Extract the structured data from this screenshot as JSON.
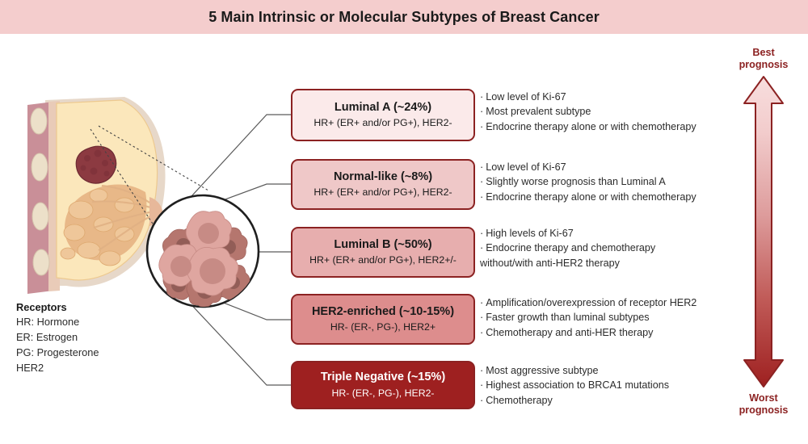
{
  "header": {
    "title": "5 Main Intrinsic or Molecular Subtypes of Breast Cancer",
    "band_color": "#f4cdcd"
  },
  "subtypes": [
    {
      "name": "Luminal A (~24%)",
      "receptors": "HR+ (ER+ and/or PG+), HER2-",
      "fill_color": "#fbeaea",
      "text_color": "#1a1a1a",
      "bullets": [
        "Low level of Ki-67",
        "Most prevalent subtype",
        "Endocrine therapy alone or with chemotherapy"
      ]
    },
    {
      "name": "Normal-like (~8%)",
      "receptors": "HR+ (ER+ and/or PG+), HER2-",
      "fill_color": "#efc8c8",
      "text_color": "#1a1a1a",
      "bullets": [
        "Low level of Ki-67",
        "Slightly worse prognosis than Luminal A",
        "Endocrine therapy alone or with chemotherapy"
      ]
    },
    {
      "name": "Luminal B (~50%)",
      "receptors": "HR+ (ER+ and/or PG+), HER2+/-",
      "fill_color": "#e7aeae",
      "text_color": "#1a1a1a",
      "bullets": [
        "High levels of Ki-67",
        "Endocrine therapy and chemotherapy",
        "without/with anti-HER2 therapy"
      ]
    },
    {
      "name": "HER2-enriched (~10-15%)",
      "receptors": "HR- (ER-, PG-), HER2+",
      "fill_color": "#dd8d8d",
      "text_color": "#1a1a1a",
      "bullets": [
        "Amplification/overexpression of receptor HER2",
        "Faster growth than luminal subtypes",
        "Chemotherapy and anti-HER therapy"
      ]
    },
    {
      "name": "Triple Negative (~15%)",
      "receptors": "HR- (ER-, PG-), HER2-",
      "fill_color": "#9e2020",
      "text_color": "#ffffff",
      "bullets": [
        "Most aggressive subtype",
        "Highest association to BRCA1 mutations",
        "Chemotherapy"
      ]
    }
  ],
  "legend": {
    "title": "Receptors",
    "items": [
      "HR: Hormone",
      "ER: Estrogen",
      "PG: Progesterone",
      "HER2"
    ]
  },
  "prognosis": {
    "top_label_line1": "Best",
    "top_label_line2": "prognosis",
    "bottom_label_line1": "Worst",
    "bottom_label_line2": "prognosis",
    "label_color": "#8c2222",
    "gradient_top": "#f6d7d7",
    "gradient_bottom": "#9e2020"
  },
  "illustration": {
    "anatomy_name": "breast-cross-section",
    "tumor_color": "#8c3a41",
    "fat_color": "#fbe3b4",
    "lobule_color": "#e7b585",
    "muscle_color": "#c98f98",
    "skin_color": "#e3d2c3",
    "magnifier_name": "cancer-cell-cluster",
    "cell_light": "#dfa6a0",
    "cell_dark": "#b5766e"
  },
  "bullet_marker": "·"
}
